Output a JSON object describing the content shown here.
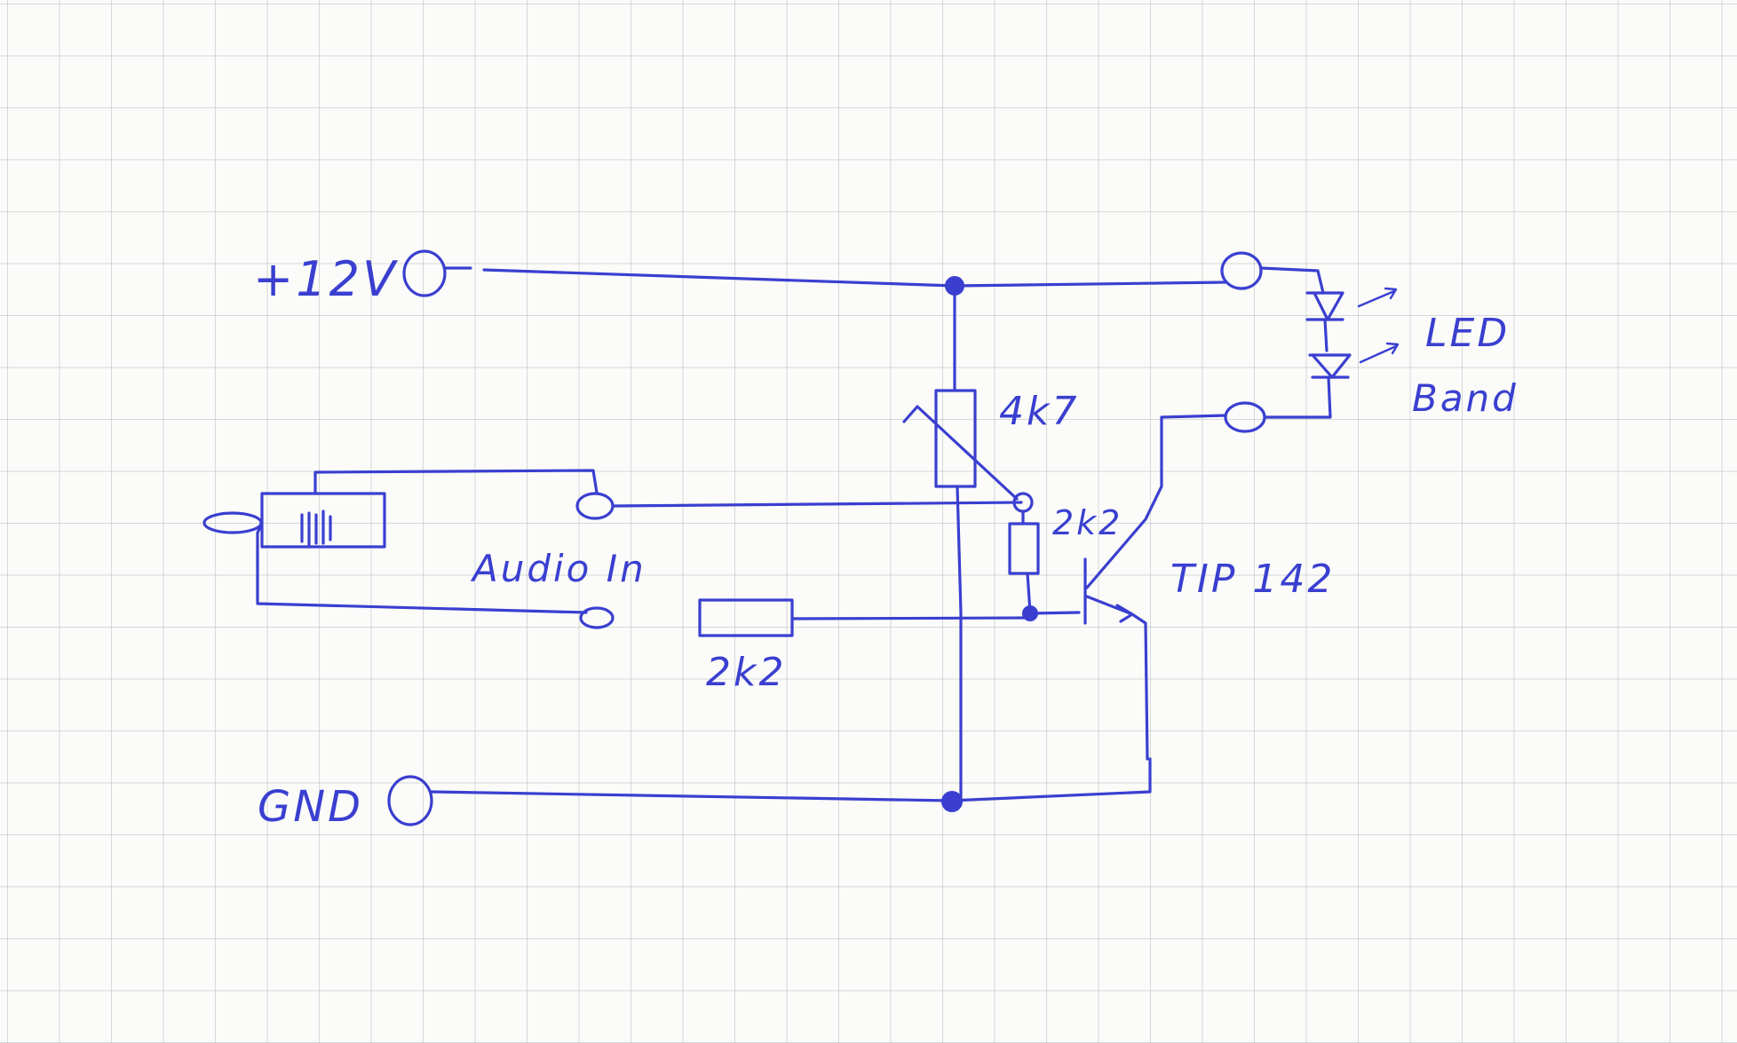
{
  "colors": {
    "ink": "#3a3fd0",
    "paper": "#fbfbf9",
    "grid": "#9aa4a8"
  },
  "labels": {
    "supply": "+12V",
    "ground": "GND",
    "pot": "4k7",
    "base_resistor_top": "2k2",
    "input_resistor": "2k2",
    "transistor": "TIP 142",
    "audio_in": "Audio In",
    "led_line1": "LED",
    "led_line2": "Band"
  }
}
